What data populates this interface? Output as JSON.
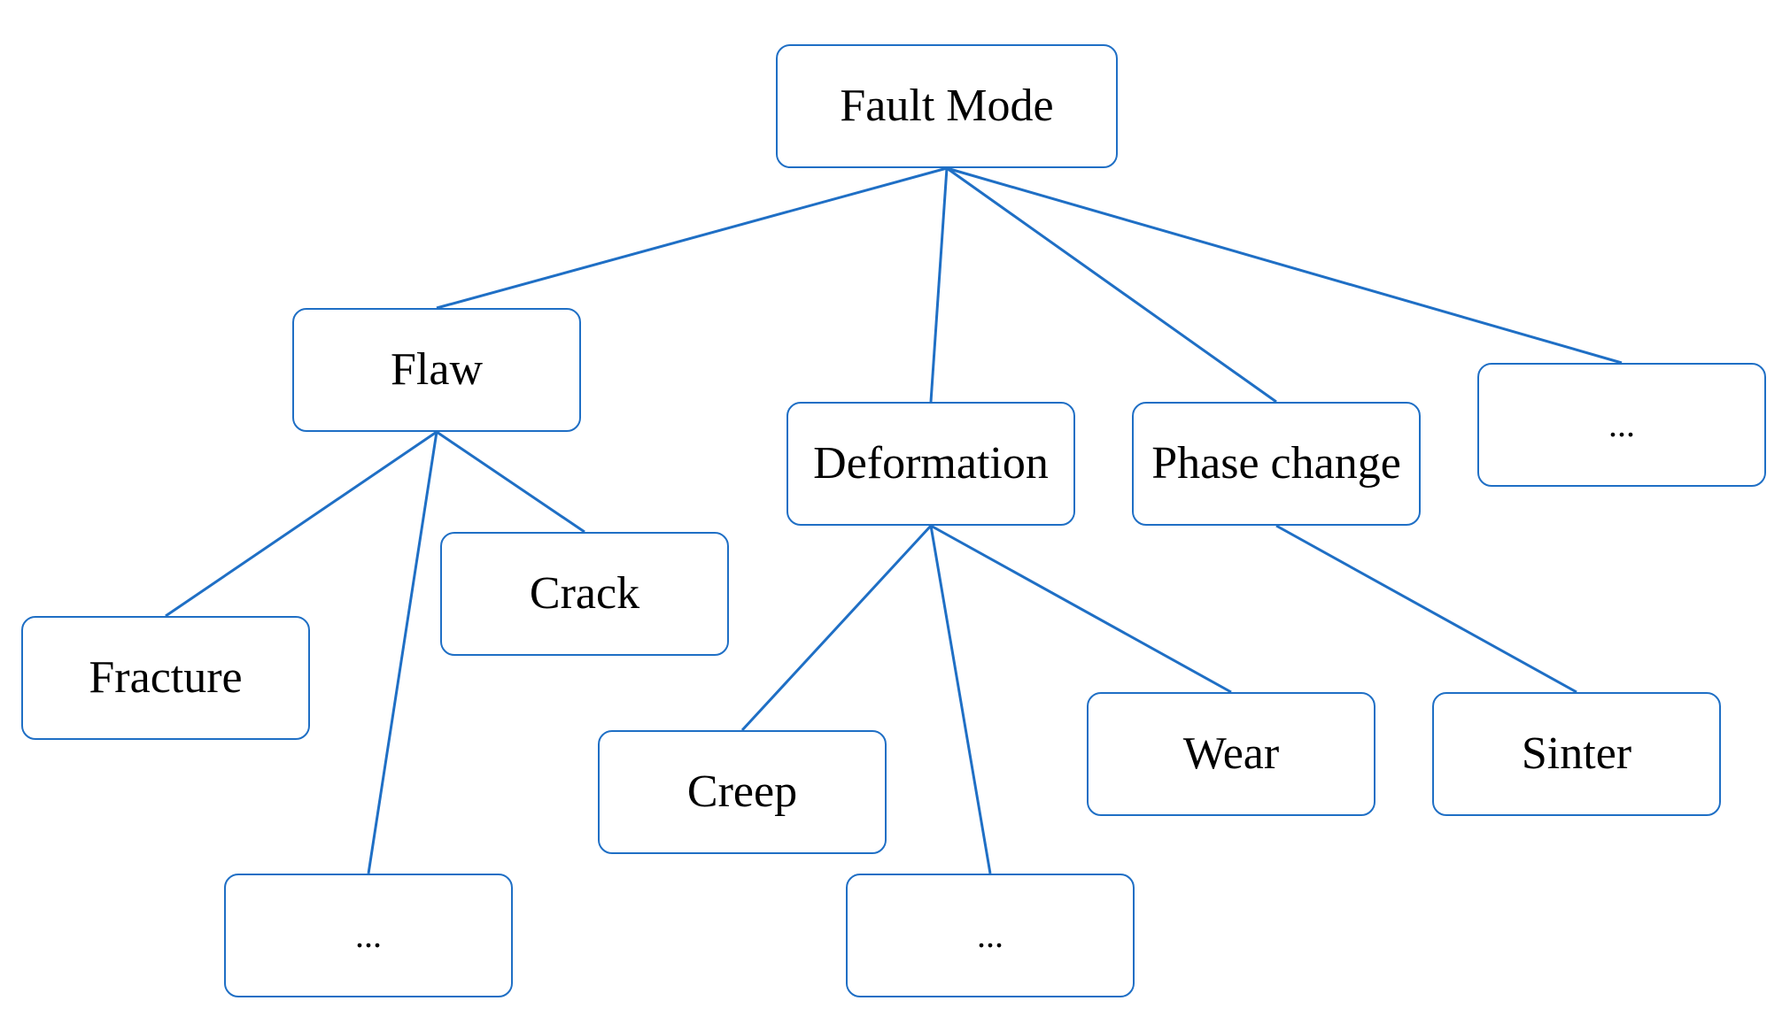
{
  "colors": {
    "connector": "#1F6FC5",
    "node_border": "#1F6FC5",
    "text": "#000000",
    "background": "#FFFFFF"
  },
  "nodes": {
    "root": {
      "label": "Fault Mode"
    },
    "flaw": {
      "label": "Flaw"
    },
    "deformation": {
      "label": "Deformation"
    },
    "phase_change": {
      "label": "Phase change"
    },
    "more_top": {
      "label": "..."
    },
    "fracture": {
      "label": "Fracture"
    },
    "crack": {
      "label": "Crack"
    },
    "more_flaw": {
      "label": "..."
    },
    "creep": {
      "label": "Creep"
    },
    "more_deformation": {
      "label": "..."
    },
    "wear": {
      "label": "Wear"
    },
    "sinter": {
      "label": "Sinter"
    }
  },
  "edges": [
    {
      "from": "root",
      "to": "flaw"
    },
    {
      "from": "root",
      "to": "deformation"
    },
    {
      "from": "root",
      "to": "phase_change"
    },
    {
      "from": "root",
      "to": "more_top"
    },
    {
      "from": "flaw",
      "to": "fracture"
    },
    {
      "from": "flaw",
      "to": "crack"
    },
    {
      "from": "flaw",
      "to": "more_flaw"
    },
    {
      "from": "deformation",
      "to": "creep"
    },
    {
      "from": "deformation",
      "to": "more_deformation"
    },
    {
      "from": "deformation",
      "to": "wear"
    },
    {
      "from": "phase_change",
      "to": "sinter"
    }
  ]
}
